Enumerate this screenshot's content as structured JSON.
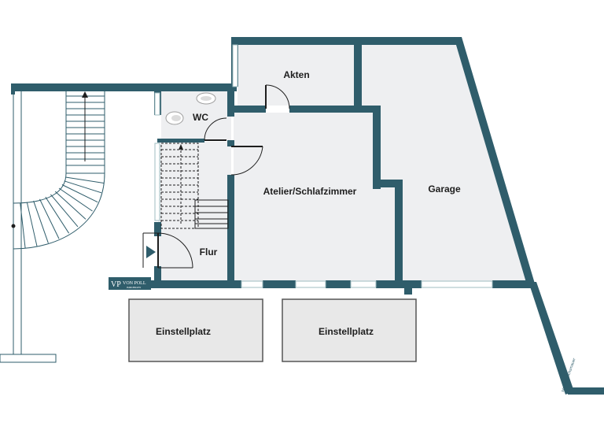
{
  "rooms": {
    "akten": "Akten",
    "wc": "WC",
    "atelier": "Atelier/Schlafzimmer",
    "garage": "Garage",
    "flur": "Flur"
  },
  "parking": {
    "left": "Einstellplatz",
    "right": "Einstellplatz"
  },
  "logo": {
    "monogram": "VP",
    "name": "VON POLL",
    "tagline": "IMMOBILIEN"
  },
  "boundary_note": "Mittelbereichsmauer",
  "colors": {
    "wall": "#2f5d6b",
    "floor": "#eeeff1",
    "parking_fill": "#e8e8e8",
    "parking_border": "#555555",
    "window": "#c9dadd"
  }
}
